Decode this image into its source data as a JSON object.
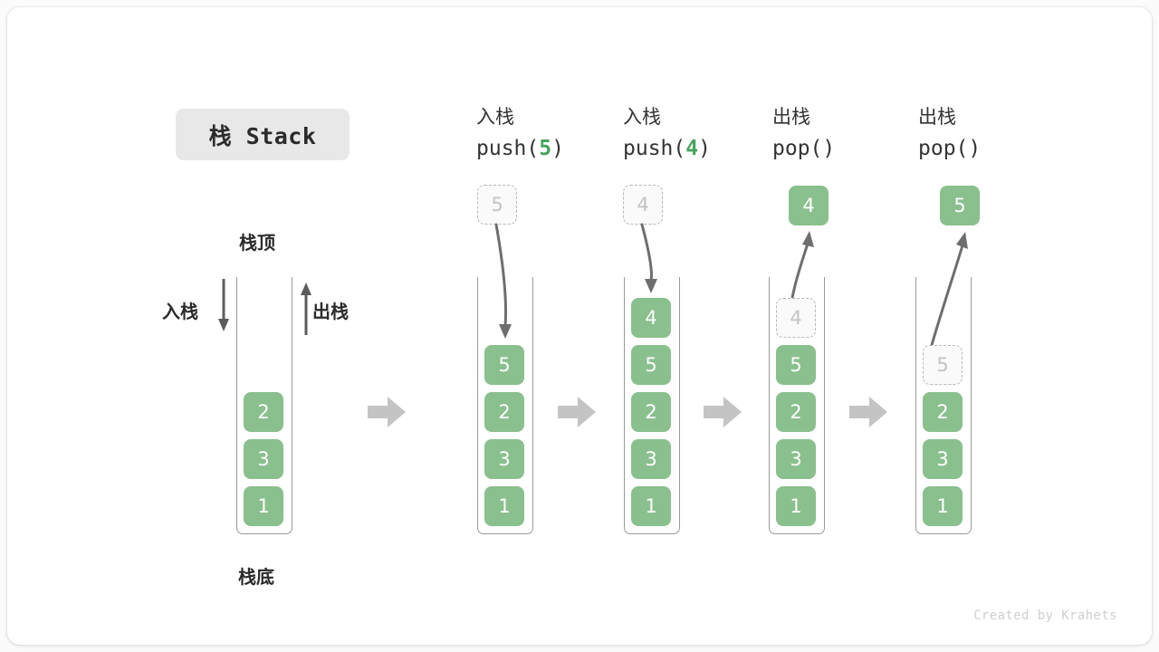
{
  "title": {
    "badge_label": "栈 Stack"
  },
  "legend": {
    "top_label": "栈顶",
    "bottom_label": "栈底",
    "push_label": "入栈",
    "pop_label": "出栈"
  },
  "footer": {
    "credit": "Created by Krahets"
  },
  "colors": {
    "cell_fill": "#8abf8e",
    "cell_text": "#ffffff",
    "ghost_fill": "#fafafa",
    "ghost_border": "#b8b8b8",
    "ghost_text": "#c3c3c3",
    "container_border": "#9a9a9a",
    "flow_arrow": "#c4c4c4",
    "motion_arrow": "#6e6e6e",
    "badge_bg": "#e8e8e8",
    "accent_green": "#46a35e",
    "card_bg": "#ffffff",
    "page_bg": "#fbfbfb"
  },
  "steps": [
    {
      "id": "initial",
      "op_cn": "",
      "op_code": "",
      "op_arg": "",
      "stack": [
        "2",
        "3",
        "1"
      ],
      "ghost": null,
      "external": null
    },
    {
      "id": "push-5",
      "op_cn": "入栈",
      "op_code_prefix": "push(",
      "op_arg": "5",
      "op_code_suffix": ")",
      "stack": [
        "5",
        "2",
        "3",
        "1"
      ],
      "ghost": null,
      "incoming": "5"
    },
    {
      "id": "push-4",
      "op_cn": "入栈",
      "op_code_prefix": "push(",
      "op_arg": "4",
      "op_code_suffix": ")",
      "stack": [
        "4",
        "5",
        "2",
        "3",
        "1"
      ],
      "ghost": null,
      "incoming": "4"
    },
    {
      "id": "pop-4",
      "op_cn": "出栈",
      "op_code_prefix": "pop(",
      "op_arg": "",
      "op_code_suffix": ")",
      "stack": [
        "5",
        "2",
        "3",
        "1"
      ],
      "ghost": "4",
      "outgoing": "4"
    },
    {
      "id": "pop-5",
      "op_cn": "出栈",
      "op_code_prefix": "pop(",
      "op_arg": "",
      "op_code_suffix": ")",
      "stack": [
        "2",
        "3",
        "1"
      ],
      "ghost": "5",
      "outgoing": "5"
    }
  ],
  "cells": {
    "s1_a": "2",
    "s1_b": "3",
    "s1_c": "1",
    "s2_ghost": "5",
    "s2_a": "5",
    "s2_b": "2",
    "s2_c": "3",
    "s2_d": "1",
    "s3_ghost": "4",
    "s3_a": "4",
    "s3_b": "5",
    "s3_c": "2",
    "s3_d": "3",
    "s3_e": "1",
    "s4_out": "4",
    "s4_ghost": "4",
    "s4_a": "5",
    "s4_b": "2",
    "s4_c": "3",
    "s4_d": "1",
    "s5_out": "5",
    "s5_ghost": "5",
    "s5_a": "2",
    "s5_b": "3",
    "s5_c": "1"
  },
  "ops": {
    "push5_cn": "入栈",
    "push5_pre": "push(",
    "push5_arg": "5",
    "push5_post": ")",
    "push4_cn": "入栈",
    "push4_pre": "push(",
    "push4_arg": "4",
    "push4_post": ")",
    "pop1_cn": "出栈",
    "pop1_code": "pop()",
    "pop2_cn": "出栈",
    "pop2_code": "pop()"
  }
}
